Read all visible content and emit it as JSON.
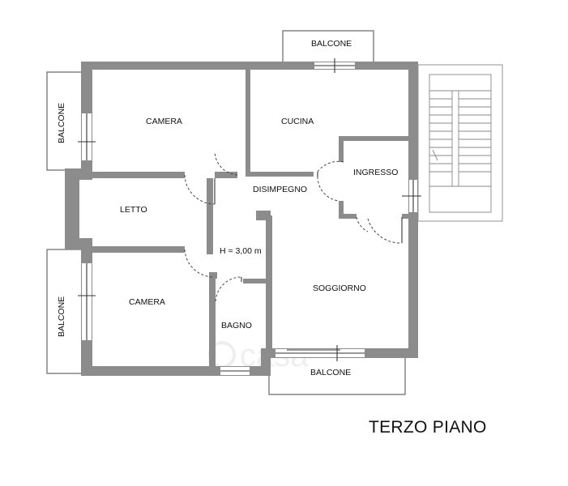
{
  "rooms": {
    "camera_top": "CAMERA",
    "cucina": "CUCINA",
    "ingresso": "INGRESSO",
    "disimpegno": "DISIMPEGNO",
    "letto": "LETTO",
    "height_note": "H = 3,00 m",
    "camera_bottom": "CAMERA",
    "soggiorno": "SOGGIORNO",
    "bagno": "BAGNO"
  },
  "balconies": {
    "top": "BALCONE",
    "left_top": "BALCONE",
    "left_bottom": "BALCONE",
    "bottom": "BALCONE"
  },
  "floor_title": "TERZO PIANO",
  "colors": {
    "wall": "#8c8c8c",
    "line": "#444444",
    "text": "#111111"
  }
}
